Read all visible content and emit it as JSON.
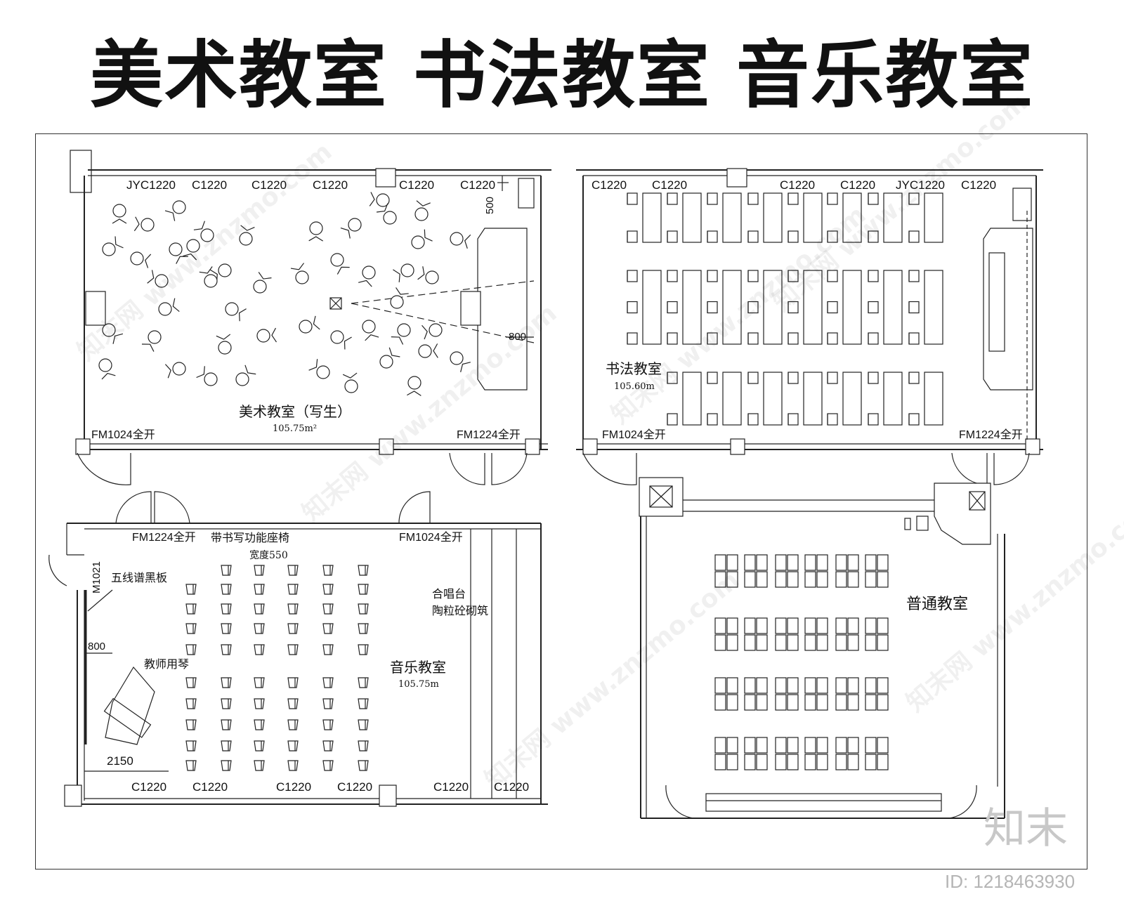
{
  "title": {
    "part1": "美术教室",
    "part2": "书法教室",
    "part3": "音乐教室"
  },
  "art_room": {
    "windows": [
      "JYC1220",
      "C1220",
      "C1220",
      "C1220",
      "C1220",
      "C1220"
    ],
    "dim_500": "500",
    "dim_800": "800",
    "name": "美术教室（写生）",
    "area": "105.75m²",
    "door_left": "FM1024全开",
    "door_right": "FM1224全开"
  },
  "calligraphy_room": {
    "windows": [
      "C1220",
      "C1220",
      "C1220",
      "C1220",
      "JYC1220",
      "C1220"
    ],
    "name": "书法教室",
    "area": "105.60m",
    "door_left": "FM1024全开",
    "door_right": "FM1224全开"
  },
  "music_room": {
    "door_top_left": "FM1224全开",
    "door_top_right": "FM1024全开",
    "door_side": "M1021",
    "label_chair": "带书写功能座椅",
    "label_width": "宽度550",
    "label_board": "五线谱黑板",
    "dim_800": "800",
    "label_piano": "教师用琴",
    "dim_2150": "2150",
    "label_chorus": "合唱台",
    "label_chorus_material": "陶粒砼砌筑",
    "name": "音乐教室",
    "area": "105.75m",
    "windows": [
      "C1220",
      "C1220",
      "C1220",
      "C1220",
      "C1220",
      "C1220"
    ]
  },
  "normal_room": {
    "name": "普通教室"
  },
  "watermark": "知末网 www.znzmo.com",
  "logo": "知末",
  "id_text": "ID: 1218463930"
}
